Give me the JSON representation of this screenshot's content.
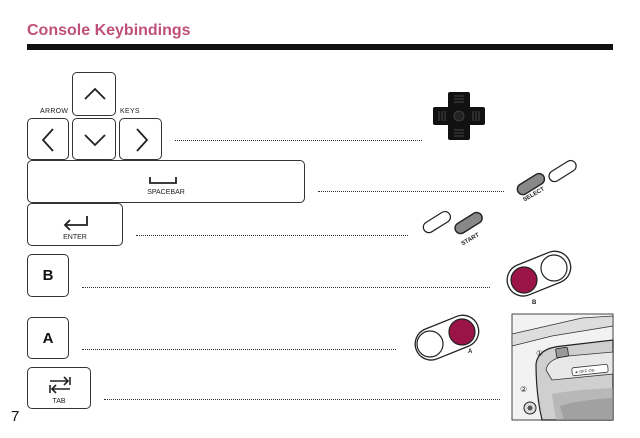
{
  "header": {
    "title": "Console Keybindings"
  },
  "arrows": {
    "left_label": "ARROW",
    "right_label": "KEYS"
  },
  "keys": {
    "spacebar": "SPACEBAR",
    "enter": "ENTER",
    "b": "B",
    "a": "A",
    "tab": "TAB"
  },
  "console": {
    "select": "SELECT",
    "start": "START",
    "b_label": "B",
    "a_label": "A",
    "switch_1": "①",
    "switch_2": "②",
    "power": "◄ OFF·ON"
  },
  "page_number": "7",
  "colors": {
    "accent": "#c0507a",
    "button": "#9a1448"
  }
}
